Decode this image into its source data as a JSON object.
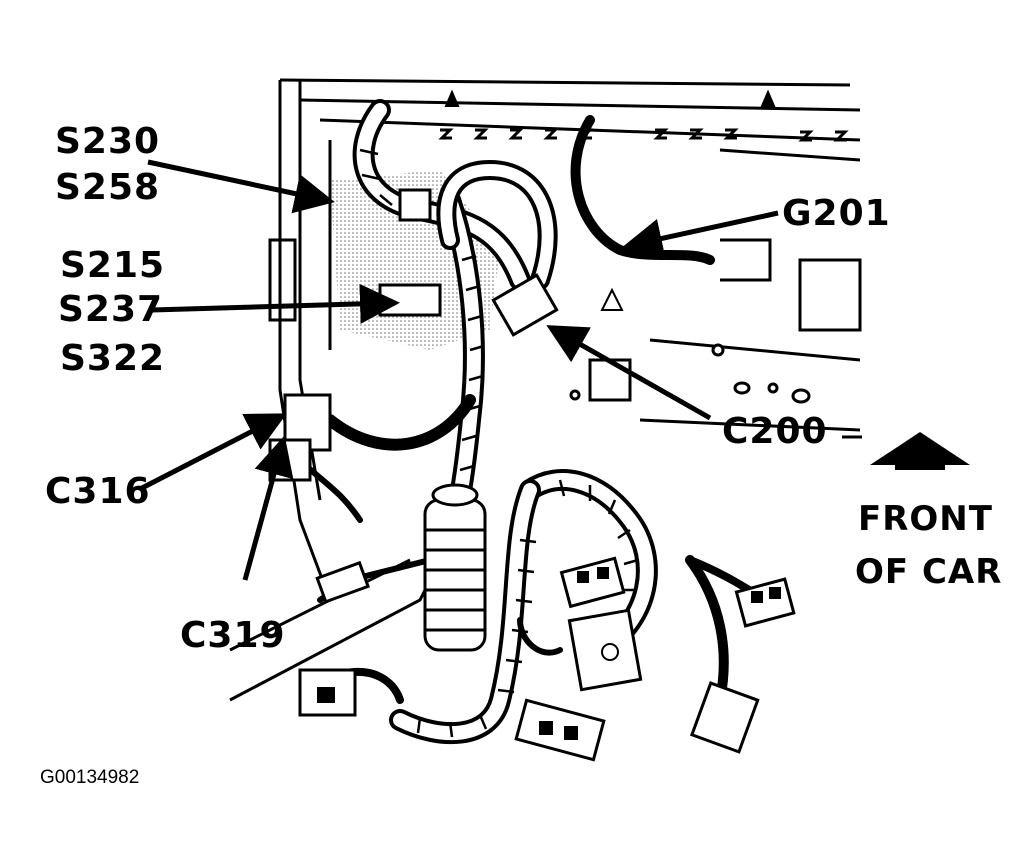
{
  "labels": {
    "s230": "S230",
    "s258": "S258",
    "s215": "S215",
    "s237": "S237",
    "s322": "S322",
    "c316": "C316",
    "c319": "C319",
    "g201": "G201",
    "c200": "C200",
    "front_line1": "FRONT",
    "front_line2": "OF CAR"
  },
  "figure_id": "G00134982",
  "colors": {
    "ink": "#000000",
    "paper": "#ffffff",
    "shade": "#cfcfcf"
  }
}
